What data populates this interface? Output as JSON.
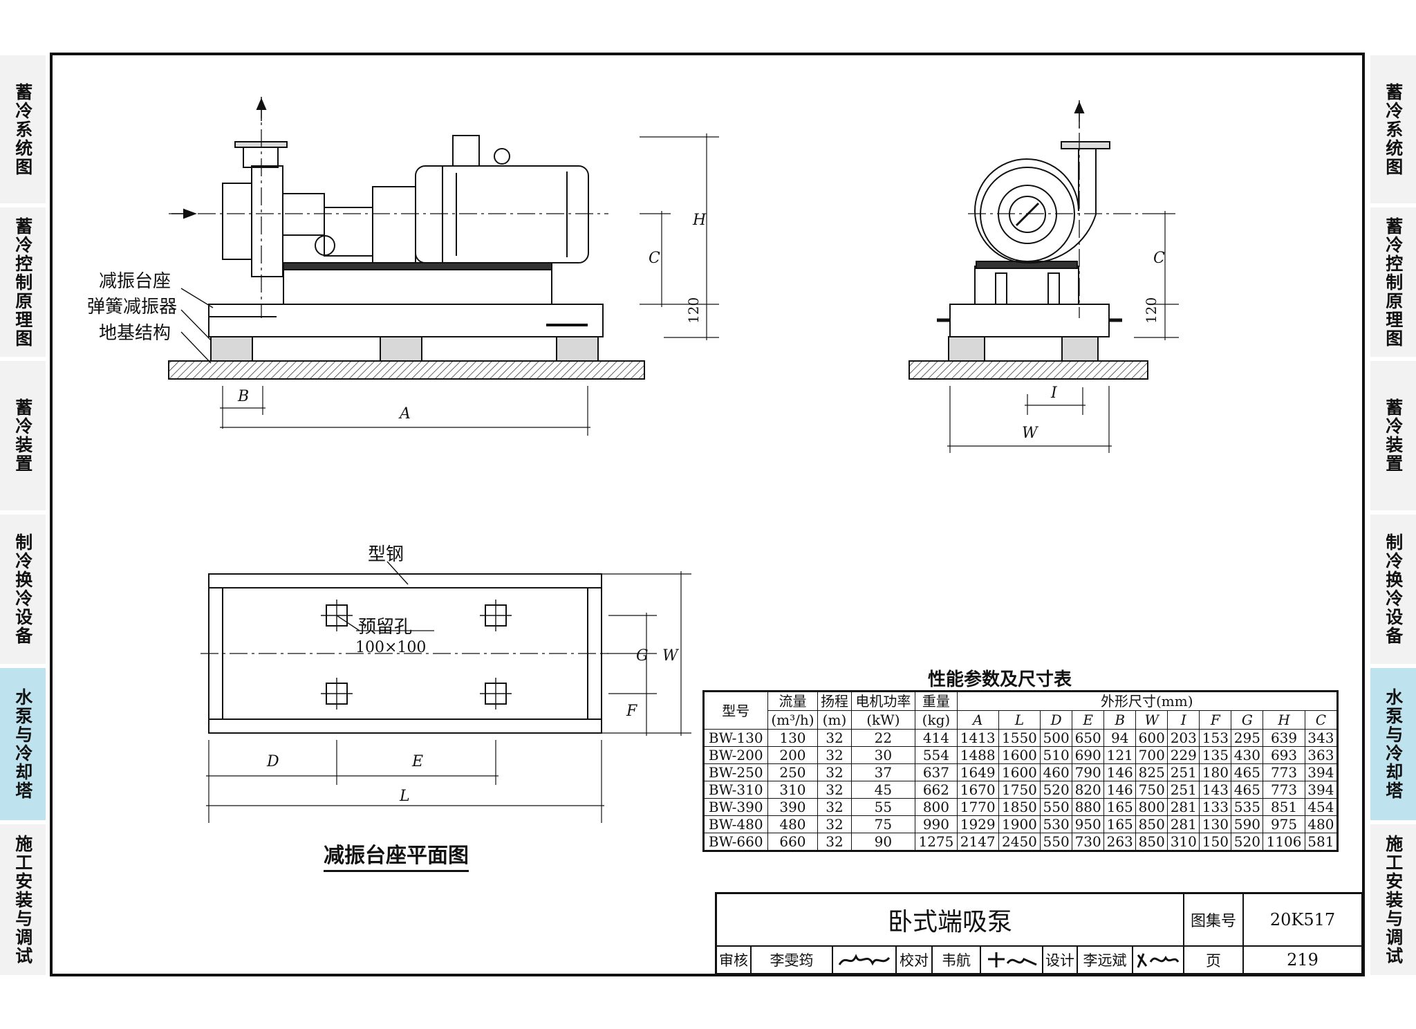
{
  "side_tabs": [
    {
      "label": "蓄冷系统图",
      "active": false
    },
    {
      "label": "蓄冷控制原理图",
      "active": false
    },
    {
      "label": "蓄冷装置",
      "active": false
    },
    {
      "label": "制冷换冷设备",
      "active": false
    },
    {
      "label": "水泵与冷却塔",
      "active": true
    },
    {
      "label": "施工安装与调试",
      "active": false
    }
  ],
  "side_view": {
    "labels": {
      "base": "减振台座",
      "spring": "弹簧减振器",
      "foundation": "地基结构"
    },
    "dims": {
      "A": "A",
      "B": "B",
      "C": "C",
      "H": "H",
      "h120": "120"
    }
  },
  "end_view": {
    "dims": {
      "C": "C",
      "h120": "120",
      "I": "I",
      "W": "W"
    }
  },
  "plan_view": {
    "labels": {
      "steel": "型钢",
      "hole": "预留孔",
      "hole_size": "100×100"
    },
    "dims": {
      "D": "D",
      "E": "E",
      "L": "L",
      "G": "G",
      "W": "W",
      "F": "F"
    },
    "title": "减振台座平面图"
  },
  "table": {
    "title": "性能参数及尺寸表",
    "headers": {
      "model": "型号",
      "flow": "流量",
      "flow_unit": "(m³/h)",
      "head": "扬程",
      "head_unit": "(m)",
      "power": "电机功率",
      "power_unit": "(kW)",
      "weight": "重量",
      "weight_unit": "(kg)",
      "dims_group": "外形尺寸(mm)"
    },
    "dim_cols": [
      "A",
      "L",
      "D",
      "E",
      "B",
      "W",
      "I",
      "F",
      "G",
      "H",
      "C"
    ],
    "rows": [
      [
        "BW-130",
        "130",
        "32",
        "22",
        "414",
        "1413",
        "1550",
        "500",
        "650",
        "94",
        "600",
        "203",
        "153",
        "295",
        "639",
        "343"
      ],
      [
        "BW-200",
        "200",
        "32",
        "30",
        "554",
        "1488",
        "1600",
        "510",
        "690",
        "121",
        "700",
        "229",
        "135",
        "430",
        "693",
        "363"
      ],
      [
        "BW-250",
        "250",
        "32",
        "37",
        "637",
        "1649",
        "1600",
        "460",
        "790",
        "146",
        "825",
        "251",
        "180",
        "465",
        "773",
        "394"
      ],
      [
        "BW-310",
        "310",
        "32",
        "45",
        "662",
        "1670",
        "1750",
        "520",
        "820",
        "146",
        "750",
        "251",
        "143",
        "465",
        "773",
        "394"
      ],
      [
        "BW-390",
        "390",
        "32",
        "55",
        "800",
        "1770",
        "1850",
        "550",
        "880",
        "165",
        "800",
        "281",
        "133",
        "535",
        "851",
        "454"
      ],
      [
        "BW-480",
        "480",
        "32",
        "75",
        "990",
        "1929",
        "1900",
        "530",
        "950",
        "165",
        "850",
        "281",
        "130",
        "590",
        "975",
        "480"
      ],
      [
        "BW-660",
        "660",
        "32",
        "90",
        "1275",
        "2147",
        "2450",
        "550",
        "730",
        "263",
        "850",
        "310",
        "150",
        "520",
        "1106",
        "581"
      ]
    ]
  },
  "title_block": {
    "drawing_title": "卧式端吸泵",
    "atlas_label": "图集号",
    "atlas_no": "20K517",
    "review_label": "审核",
    "reviewer": "李雯筠",
    "check_label": "校对",
    "checker": "韦航",
    "design_label": "设计",
    "designer": "李远斌",
    "page_label": "页",
    "page_no": "219"
  }
}
